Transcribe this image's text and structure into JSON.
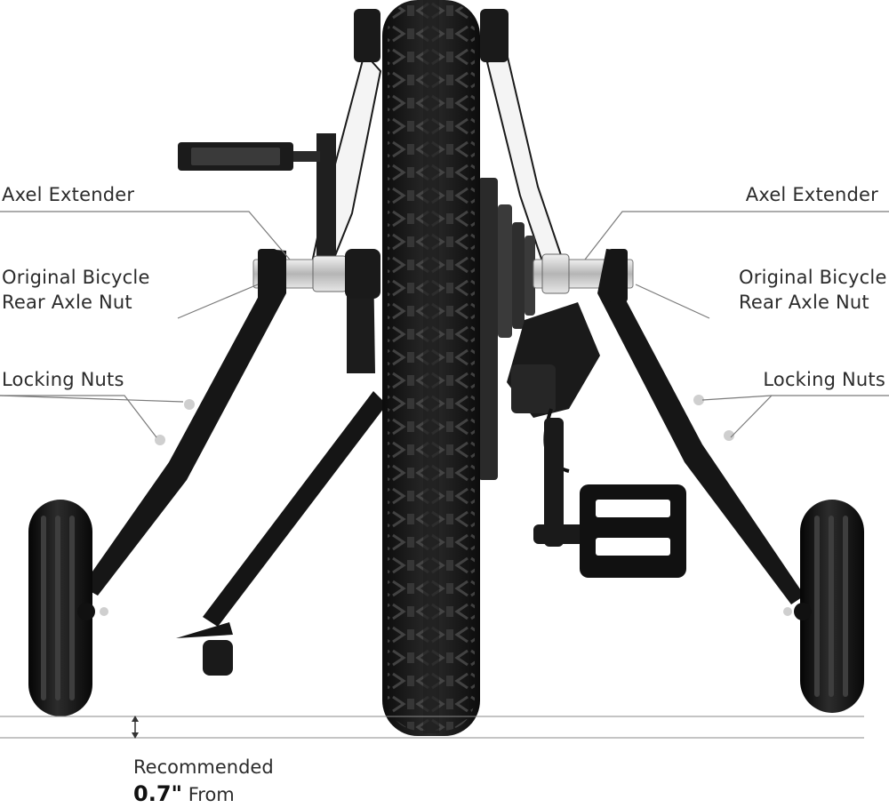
{
  "labels": {
    "left_axel_extender": "Axel Extender",
    "right_axel_extender": "Axel Extender",
    "left_axle_nut_line1": "Original Bicycle",
    "left_axle_nut_line2": "Rear Axle Nut",
    "right_axle_nut_line1": "Original Bicycle",
    "right_axle_nut_line2": "Rear Axle Nut",
    "left_locking_nuts": "Locking Nuts",
    "right_locking_nuts": "Locking Nuts"
  },
  "caption": {
    "line1": "Recommended",
    "value": "0.7\"",
    "line2_rest": "From"
  },
  "colors": {
    "background": "#ffffff",
    "text": "#2b2b2b",
    "leader_line": "#7a7a7a",
    "metal_black": "#151515",
    "frame_white": "#f4f4f4",
    "hardware": "#c8c8c8"
  }
}
